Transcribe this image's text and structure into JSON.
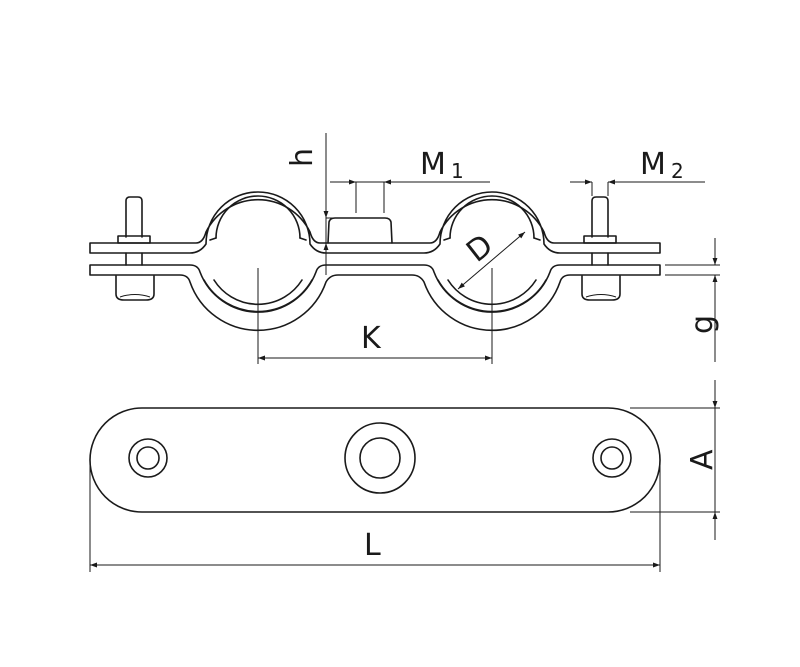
{
  "labels": {
    "h": "h",
    "m1": "M",
    "m1_sub": "1",
    "m2": "M",
    "m2_sub": "2",
    "d": "D",
    "k": "K",
    "g": "g",
    "a": "A",
    "l": "L"
  },
  "colors": {
    "line": "#1a1a1a",
    "background": "#ffffff"
  }
}
